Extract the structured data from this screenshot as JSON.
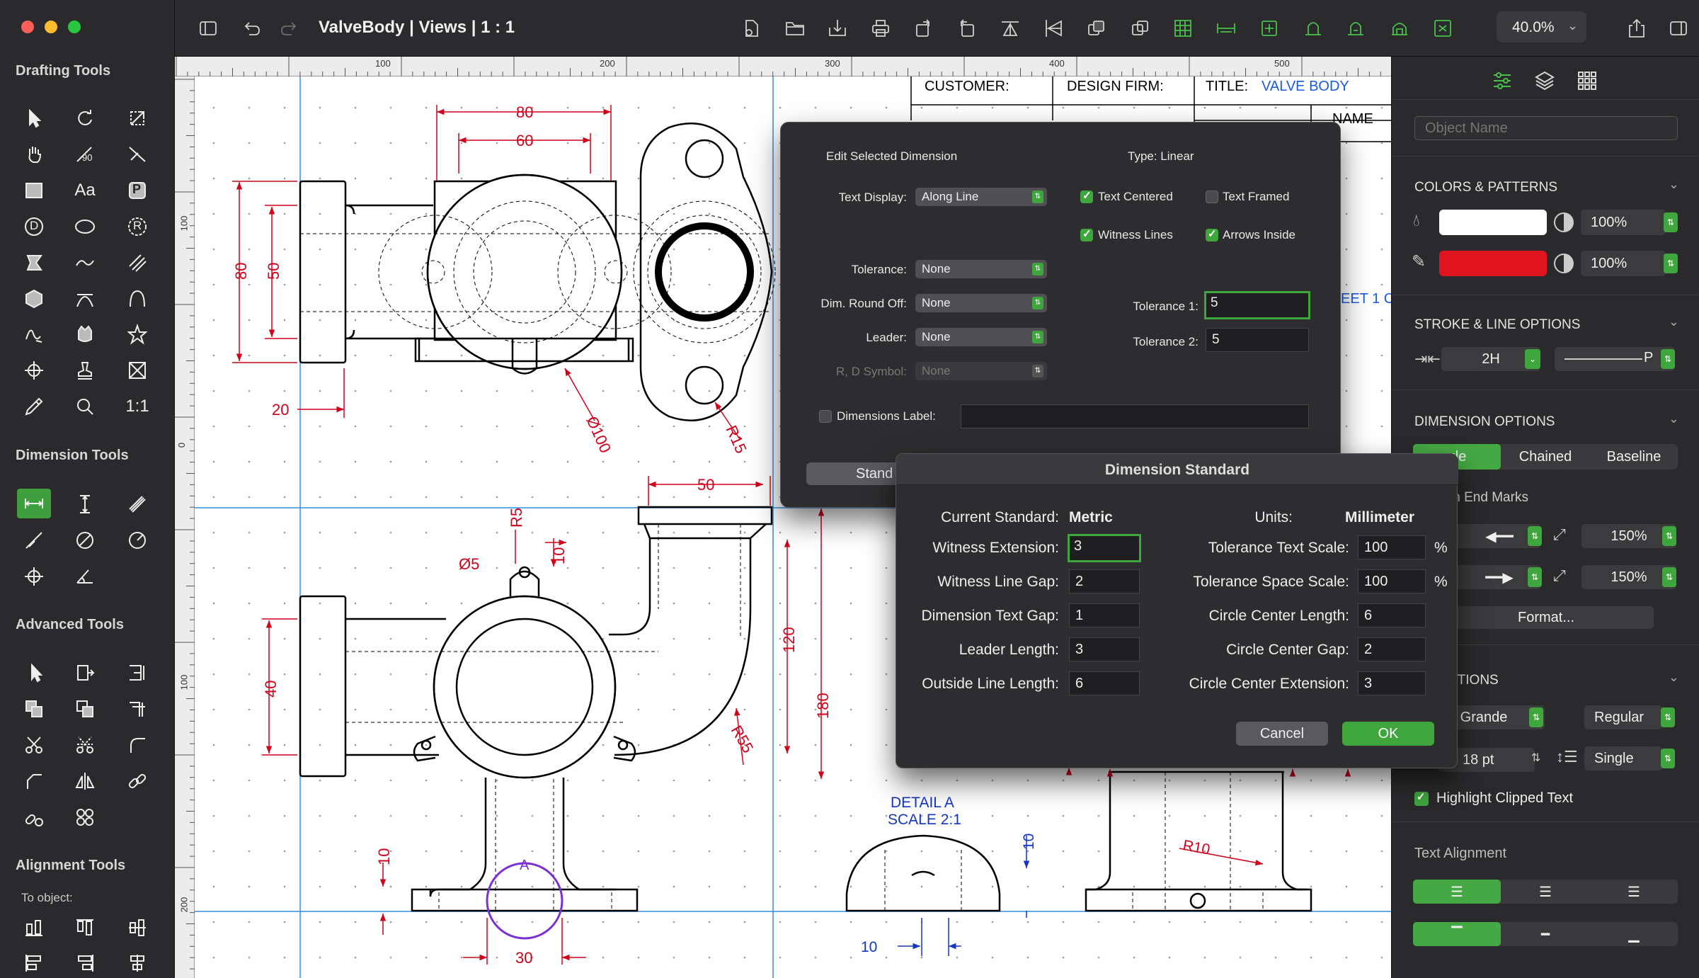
{
  "window": {
    "title": "ValveBody | Views | 1 : 1",
    "zoom": "40.0%"
  },
  "sidebar": {
    "sections": {
      "drafting": "Drafting Tools",
      "dimension": "Dimension Tools",
      "advanced": "Advanced Tools",
      "alignment": "Alignment Tools"
    },
    "alignment_sub": "To object:",
    "tool_text": {
      "aa": "Aa",
      "scale": "1:1",
      "angle90": "90",
      "p": "P",
      "d": "D",
      "r": "R"
    }
  },
  "rulers": {
    "h": [
      "100",
      "200",
      "300",
      "400",
      "500"
    ],
    "v": [
      "100",
      "0",
      "100",
      "200"
    ]
  },
  "drawing": {
    "title_block": {
      "customer": "CUSTOMER:",
      "design_firm": "DESIGN FIRM:",
      "title_label": "TITLE:",
      "title_value": "VALVE BODY",
      "name": "NAME",
      "sheet": "EET 1 C"
    },
    "dims": {
      "d80h": "80",
      "d60": "60",
      "d80v": "80",
      "d50v": "50",
      "d20": "20",
      "d100": "Ø100",
      "r15": "R15",
      "d50b": "50",
      "r5": "R5",
      "d5": "Ø5",
      "d10a": "10",
      "d40": "40",
      "d120": "120",
      "d180": "180",
      "r55": "R55",
      "d10b": "10",
      "d30": "30",
      "detail_a": "DETAIL A",
      "scale": "SCALE 2:1",
      "d10c": "10",
      "d10d": "10",
      "r10": "R10",
      "label_a": "A"
    }
  },
  "edit_dimension": {
    "title": "Edit Selected Dimension",
    "type": "Type:  Linear",
    "text_display_label": "Text Display:",
    "text_display_value": "Along Line",
    "text_centered": "Text Centered",
    "text_framed": "Text Framed",
    "witness_lines": "Witness Lines",
    "arrows_inside": "Arrows Inside",
    "tolerance_label": "Tolerance:",
    "tolerance_value": "None",
    "round_off_label": "Dim. Round Off:",
    "round_off_value": "None",
    "leader_label": "Leader:",
    "leader_value": "None",
    "rd_symbol_label": "R, D Symbol:",
    "rd_symbol_value": "None",
    "tolerance1_label": "Tolerance 1:",
    "tolerance1_value": "5",
    "tolerance2_label": "Tolerance 2:",
    "tolerance2_value": "5",
    "dimensions_label": "Dimensions Label:",
    "standard_button": "Stand"
  },
  "dimension_standard": {
    "title": "Dimension Standard",
    "current_standard_label": "Current Standard:",
    "current_standard_value": "Metric",
    "units_label": "Units:",
    "units_value": "Millimeter",
    "left": [
      {
        "label": "Witness Extension:",
        "value": "3"
      },
      {
        "label": "Witness Line Gap:",
        "value": "2"
      },
      {
        "label": "Dimension Text Gap:",
        "value": "1"
      },
      {
        "label": "Leader Length:",
        "value": "3"
      },
      {
        "label": "Outside Line Length:",
        "value": "6"
      }
    ],
    "right": [
      {
        "label": "Tolerance Text Scale:",
        "value": "100",
        "unit": "%"
      },
      {
        "label": "Tolerance Space Scale:",
        "value": "100",
        "unit": "%"
      },
      {
        "label": "Circle Center Length:",
        "value": "6",
        "unit": ""
      },
      {
        "label": "Circle Center Gap:",
        "value": "2",
        "unit": ""
      },
      {
        "label": "Circle Center Extension:",
        "value": "3",
        "unit": ""
      }
    ],
    "cancel": "Cancel",
    "ok": "OK"
  },
  "inspector": {
    "object_name_placeholder": "Object Name",
    "colors_title": "COLORS & PATTERNS",
    "fill_opacity": "100%",
    "stroke_opacity": "100%",
    "fill_color": "#ffffff",
    "stroke_color": "#e0141e",
    "stroke_title": "STROKE & LINE OPTIONS",
    "stroke_weight": "2H",
    "line_style": "P",
    "dimension_title": "DIMENSION OPTIONS",
    "dim_modes": [
      "gle",
      "Chained",
      "Baseline"
    ],
    "end_marks": "sion End Marks",
    "scale1": "150%",
    "scale2": "150%",
    "format_btn": "Format...",
    "text_title": "PTIONS",
    "font": "a Grande",
    "font_style": "Regular",
    "font_size": "18 pt",
    "line_spacing": "Single",
    "highlight_clipped": "Highlight Clipped Text",
    "text_alignment": "Text Alignment"
  },
  "colors": {
    "accent": "#3fa63e",
    "dim_red": "#d0021b",
    "detail_purple": "#7b2fd4",
    "detail_blue": "#1436c8",
    "guide_blue": "#2f8fe0"
  }
}
